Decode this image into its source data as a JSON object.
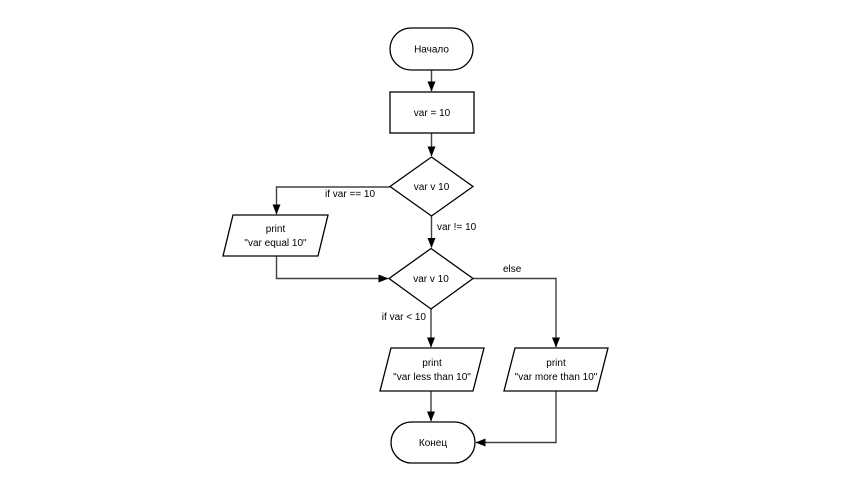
{
  "diagram": {
    "background_color": "#ffffff",
    "shape_stroke_color": "#000000",
    "connector_color": "#424242",
    "text_color": "#000000",
    "nodes": {
      "start": {
        "type": "terminator",
        "label": "Начало"
      },
      "assign": {
        "type": "process",
        "label": "var = 10"
      },
      "decision1": {
        "type": "decision",
        "label": "var v 10"
      },
      "print_equal": {
        "type": "input-output",
        "line1": "print",
        "line2": "\"var equal 10\""
      },
      "decision2": {
        "type": "decision",
        "label": "var v 10"
      },
      "print_less": {
        "type": "input-output",
        "line1": "print",
        "line2": "\"var less than 10\""
      },
      "print_more": {
        "type": "input-output",
        "line1": "print",
        "line2": "\"var more than 10\""
      },
      "end": {
        "type": "terminator",
        "label": "Конец"
      }
    },
    "edge_labels": {
      "if_equal": "if var == 10",
      "not_equal": "var != 10",
      "else_branch": "else",
      "if_less": "if var < 10"
    }
  }
}
